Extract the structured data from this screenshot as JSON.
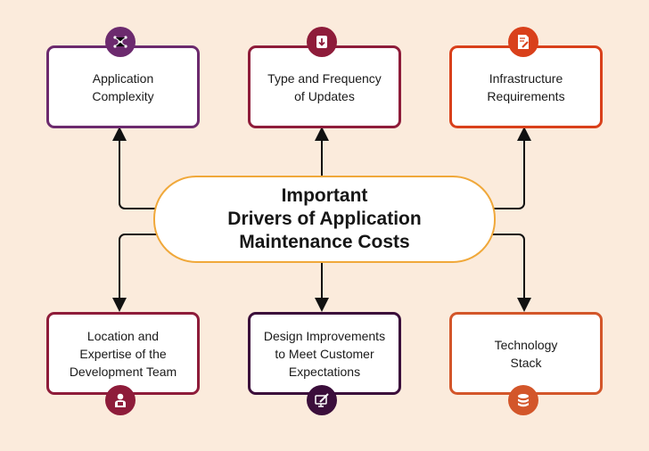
{
  "center": {
    "title": "Important\nDrivers of Application\nMaintenance Costs"
  },
  "drivers": [
    {
      "label": "Application\nComplexity",
      "icon": "network-nodes-icon",
      "color": "#6c2a6e"
    },
    {
      "label": "Type and Frequency\nof Updates",
      "icon": "download-update-icon",
      "color": "#8e1c3a"
    },
    {
      "label": "Infrastructure\nRequirements",
      "icon": "document-edit-icon",
      "color": "#d9401b"
    },
    {
      "label": "Location and\nExpertise of the\nDevelopment Team",
      "icon": "developer-icon",
      "color": "#8e1c3a"
    },
    {
      "label": "Design Improvements\nto Meet Customer\nExpectations",
      "icon": "monitor-brush-icon",
      "color": "#3b0e3b"
    },
    {
      "label": "Technology\nStack",
      "icon": "database-stack-icon",
      "color": "#d3562a"
    }
  ]
}
